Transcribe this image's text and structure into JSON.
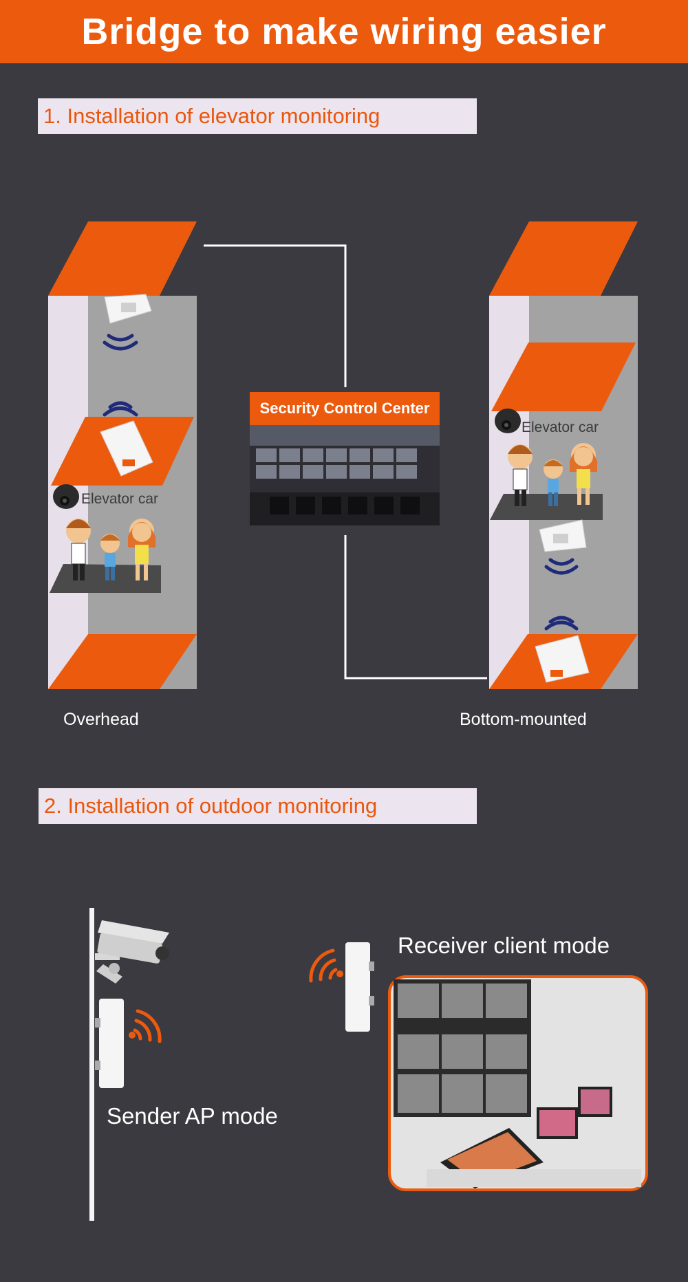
{
  "header": {
    "title": "Bridge to make wiring easier"
  },
  "section1": {
    "label": "1. Installation of elevator monitoring",
    "security_center": "Security Control Center",
    "left_shaft": {
      "car_label": "Elevator car",
      "caption": "Overhead"
    },
    "right_shaft": {
      "car_label": "Elevator car",
      "caption": "Bottom-mounted"
    }
  },
  "section2": {
    "label": "2. Installation of outdoor monitoring",
    "sender_caption": "Sender AP mode",
    "receiver_caption": "Receiver client mode"
  },
  "colors": {
    "accent": "#ec5a0e",
    "background": "#3b3a40",
    "label_bg": "#ece4ee",
    "signal": "#1f2a7a"
  }
}
